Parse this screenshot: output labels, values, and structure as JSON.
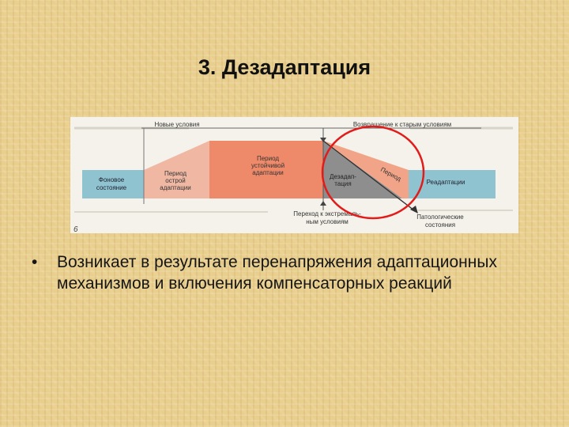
{
  "slide": {
    "title": "3. Дезадаптация",
    "bullet_marker": "•",
    "bullet_text": "Возникает в результате перенапряжения адаптационных механизмов и включения компенсаторных реакций"
  },
  "figure": {
    "labels": {
      "new_conditions": "Новые условия",
      "return_old": "Возвращение к старым условиям",
      "background_1": "Фоновое",
      "background_2": "состояние",
      "acute_1": "Период",
      "acute_2": "острой",
      "acute_3": "адаптации",
      "stable_1": "Период",
      "stable_2": "устойчивой",
      "stable_3": "адаптации",
      "dezad_1": "Дезадап-",
      "dezad_2": "тация",
      "period": "Период",
      "readapt": "Реадаптации",
      "extreme_1": "Переход к экстремаль-",
      "extreme_2": "ным условиям",
      "patho_1": "Патологические",
      "patho_2": "состояния",
      "fig_num": "6"
    },
    "colors": {
      "background_band": "#8fc3cf",
      "acute": "#f0b8a3",
      "stable": "#ee8a6a",
      "dezad": "#8e8e8e",
      "period": "#f2a488",
      "highlight_circle": "#e21b1b"
    }
  }
}
